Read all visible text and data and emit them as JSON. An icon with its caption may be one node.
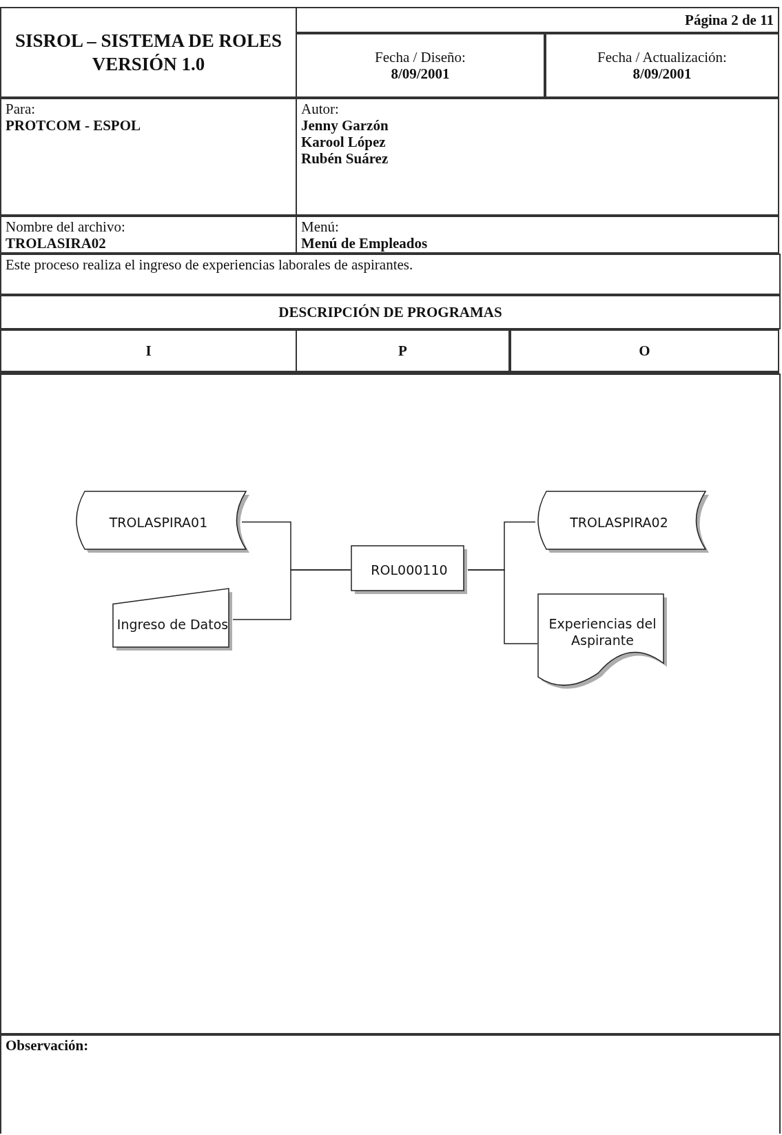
{
  "diagram": {
    "nodes": [
      {
        "text": [
          "TROLASPIRA01"
        ]
      },
      {
        "text": [
          "Ingreso de Datos"
        ]
      },
      {
        "text": [
          "ROL000110"
        ]
      },
      {
        "text": [
          "TROLASPIRA02"
        ]
      },
      {
        "text": [
          "Experiencias del Aspirante"
        ]
      }
    ],
    "edges": [
      {
        "from": 0,
        "to": 2,
        "arrow": "none"
      },
      {
        "from": 1,
        "to": 2,
        "arrow": "none"
      },
      {
        "from": 2,
        "to": 3,
        "arrow": "none"
      },
      {
        "from": 2,
        "to": 4,
        "arrow": "none"
      }
    ],
    "labels": [
      "SISROL – SISTEMA DE ROLES VERSIÓN 1.0",
      "Página 2  de 11",
      "Fecha / Diseño:",
      "8/09/2001",
      "Fecha / Actualización:",
      "8/09/2001",
      "Para:",
      "PROTCOM - ESPOL",
      "Autor:",
      "Jenny Garzón",
      "Karool López",
      "Rubén Suárez",
      "Nombre del archivo:",
      "TROLASIRA02",
      "Menú:",
      "Menú de Empleados",
      "Este proceso realiza el ingreso de experiencias laborales de aspirantes.",
      "DESCRIPCIÓN DE PROGRAMAS",
      "I",
      "P",
      "O",
      "Observación:"
    ]
  }
}
